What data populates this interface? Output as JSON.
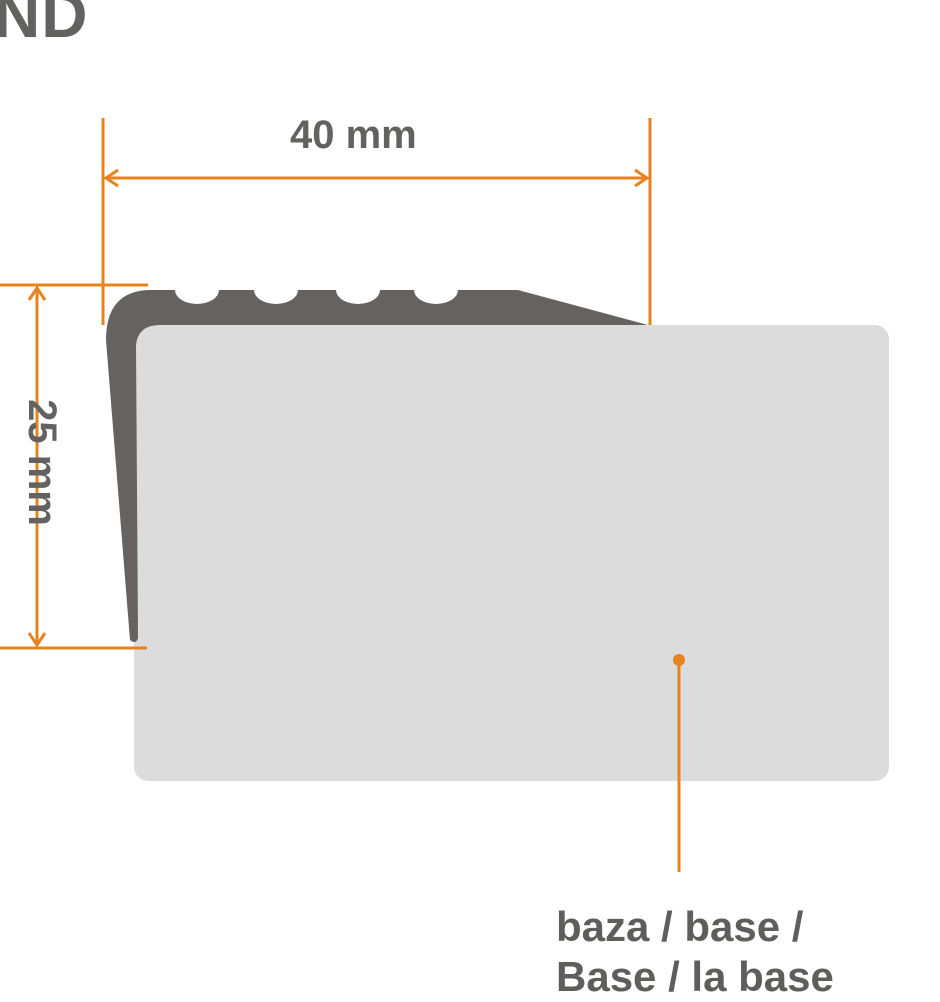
{
  "title_fragment": "ND",
  "dimensions": {
    "width": {
      "label": "40 mm",
      "value": 40,
      "unit": "mm"
    },
    "height": {
      "label": "25 mm",
      "value": 25,
      "unit": "mm"
    }
  },
  "callout": {
    "line1": "baza / base /",
    "line2": "Base / la base"
  },
  "colors": {
    "dimension_line": "#E8821E",
    "profile": "#656260",
    "base": "#DCDCDC",
    "text": "#646260"
  }
}
